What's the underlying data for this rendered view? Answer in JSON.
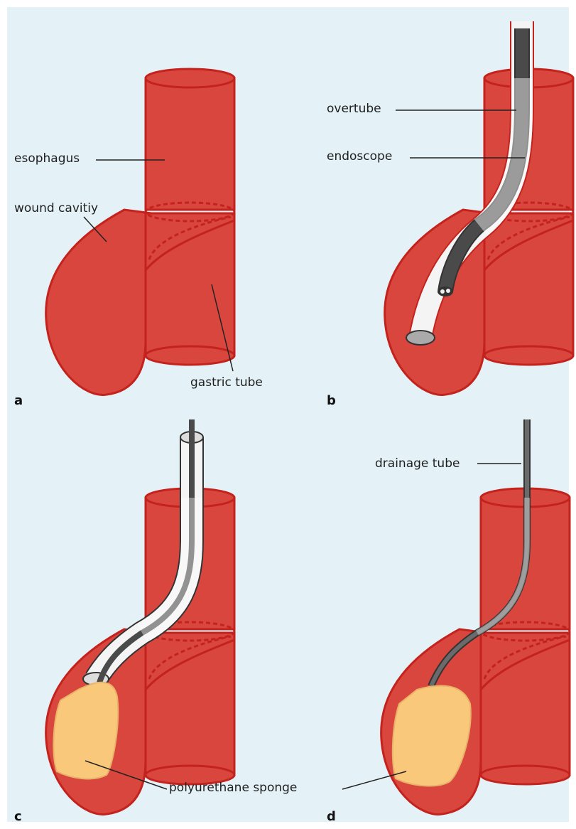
{
  "colors": {
    "background": "#e4f2f7",
    "tissue_fill": "#d9463d",
    "tissue_stroke": "#c4221d",
    "overtube": "#f4f4f4",
    "endoscope": "#4a4a4a",
    "sponge": "#f9c87a"
  },
  "panels": [
    {
      "letter": "a",
      "labels": [
        "esophagus",
        "wound cavitiy",
        "gastric tube"
      ]
    },
    {
      "letter": "b",
      "labels": [
        "overtube",
        "endoscope"
      ]
    },
    {
      "letter": "c",
      "labels": []
    },
    {
      "letter": "d",
      "labels": [
        "drainage tube"
      ]
    }
  ],
  "shared_label": "polyurethane sponge"
}
